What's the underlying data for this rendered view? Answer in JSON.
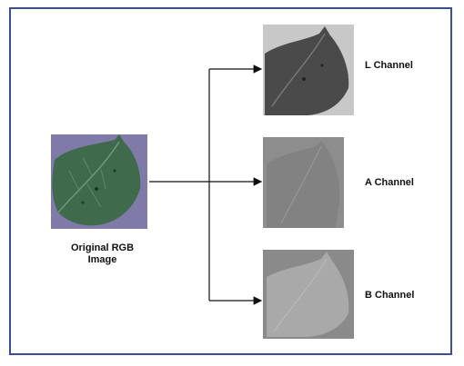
{
  "input": {
    "caption_line1": "Original RGB",
    "caption_line2": "Image"
  },
  "outputs": [
    {
      "label": "L Channel"
    },
    {
      "label": "A Channel"
    },
    {
      "label": "B Channel"
    }
  ],
  "colors": {
    "frame_border": "#3a4f8f",
    "arrow": "#111111",
    "rgb_background": "#7f7aa8",
    "leaf_green": "#3f6a4c",
    "l_background": "#c8c8c8",
    "a_background": "#8d8d8d",
    "b_background": "#8a8a8a"
  }
}
